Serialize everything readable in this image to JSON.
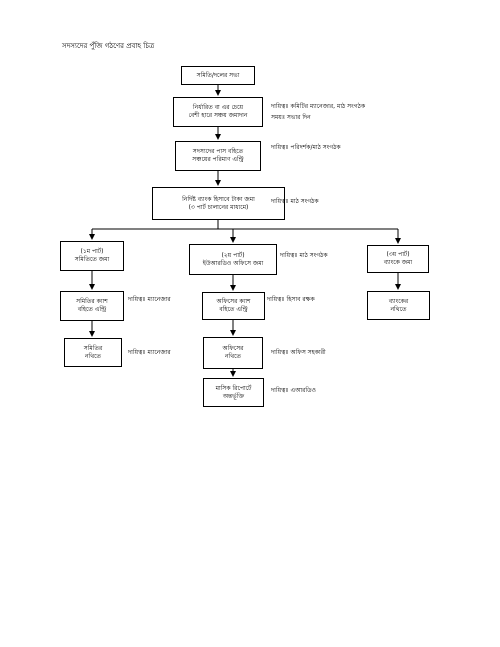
{
  "title": "সদস্যদের পুঁজি গঠণের প্রবাহ চিত্র",
  "nodes": {
    "meeting": [
      "সমিতি/দলের সভা"
    ],
    "deposit": [
      "নির্ধারিত বা এর চেয়ে",
      "বেশী হারে সঞ্চয় জমাদান"
    ],
    "passbook": [
      "সদস্যদের পাস বহিতে",
      "সঞ্চয়ের পরিমাণ এন্ট্রি"
    ],
    "bank_account": [
      "নির্দিষ্ট ব্যাংক হিসাবে টাকা জমা",
      "(৩ পার্ট চালানের মাধ্যমে)"
    ],
    "part1": [
      "(১ম পার্ট)",
      "সমিতিতে জমা"
    ],
    "part2": [
      "(২য় পার্ট)",
      "ইউআরডিও অফিসে জমা"
    ],
    "part3": [
      "(৩য় পার্ট)",
      "ব্যাংকে জমা"
    ],
    "samity_cash": [
      "সমিতির ক্যাশ",
      "বহিতে এন্ট্রি"
    ],
    "samity_file": [
      "সমিতির",
      "নথিতে"
    ],
    "office_cash": [
      "অফিসের ক্যাশ",
      "বহিতে এন্ট্রি"
    ],
    "office_file": [
      "অফিসের",
      "নথিতে"
    ],
    "monthly_report": [
      "মাসিক রিপোর্টে",
      "অন্তর্ভূক্তি"
    ],
    "bank_file": [
      "ব্যাংকের",
      "নথিতে"
    ]
  },
  "notes": {
    "deposit_duty": "দায়িত্বঃ কমিটির ম্যানেজার, মাঠ সংগঠক",
    "deposit_time": "সময়ঃ সভার দিন",
    "passbook_duty": "দায়িত্বঃ পরিদর্শক/মাঠ সংগঠক",
    "bank_duty": "দায়িত্বঃ মাঠ সংগঠক",
    "part2_duty": "দায়িত্বঃ মাঠ সংগঠক",
    "samity_cash_duty": "দায়িত্বঃ ম্যানেজার",
    "samity_file_duty": "দায়িত্বঃ ম্যানেজার",
    "office_cash_duty": "দায়িত্বঃ হিসাব রক্ষক",
    "office_file_duty": "দায়িত্বঃ অফিস সহকারী",
    "report_duty": "দায়িত্বঃ এআরডিও"
  }
}
